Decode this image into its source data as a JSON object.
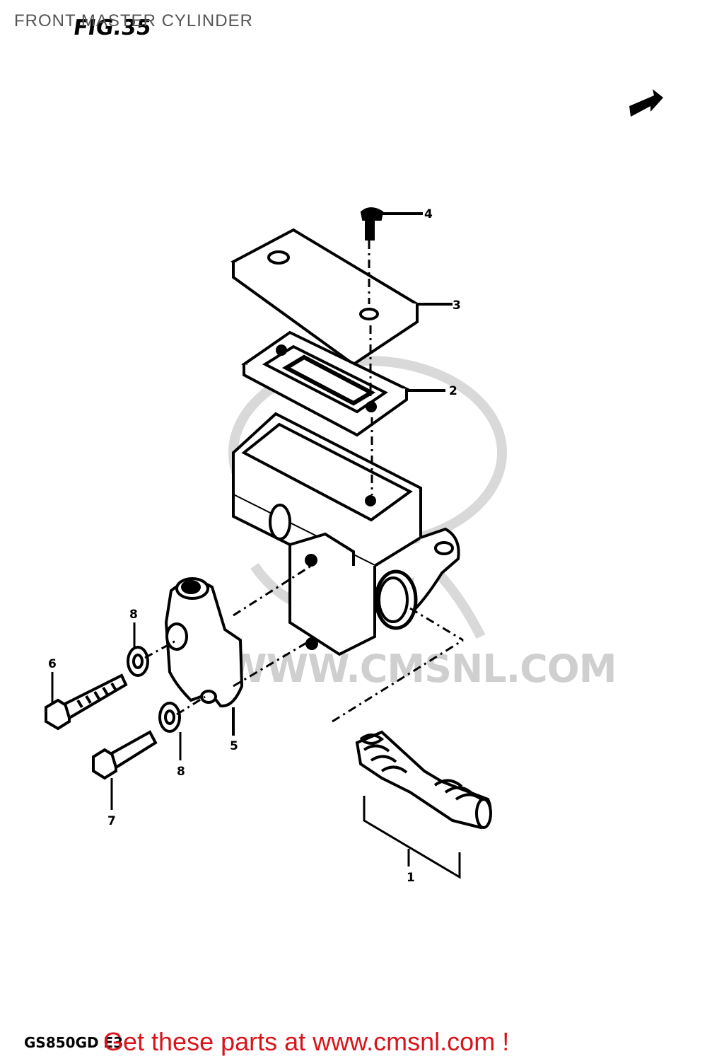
{
  "diagram_title": "FRONT MASTER CYLINDER",
  "figure_label": "FIG.35",
  "model_code": "GS850GD E3",
  "promo_text": "Get these parts at www.cmsnl.com !",
  "watermark": "WWW.CMSNL.COM",
  "callouts": [
    "1",
    "2",
    "3",
    "4",
    "5",
    "6",
    "7",
    "8",
    "8"
  ],
  "colors": {
    "ink": "#000000",
    "promo": "#d8141a",
    "watermark": "#cfcfcf",
    "title": "#555555"
  }
}
